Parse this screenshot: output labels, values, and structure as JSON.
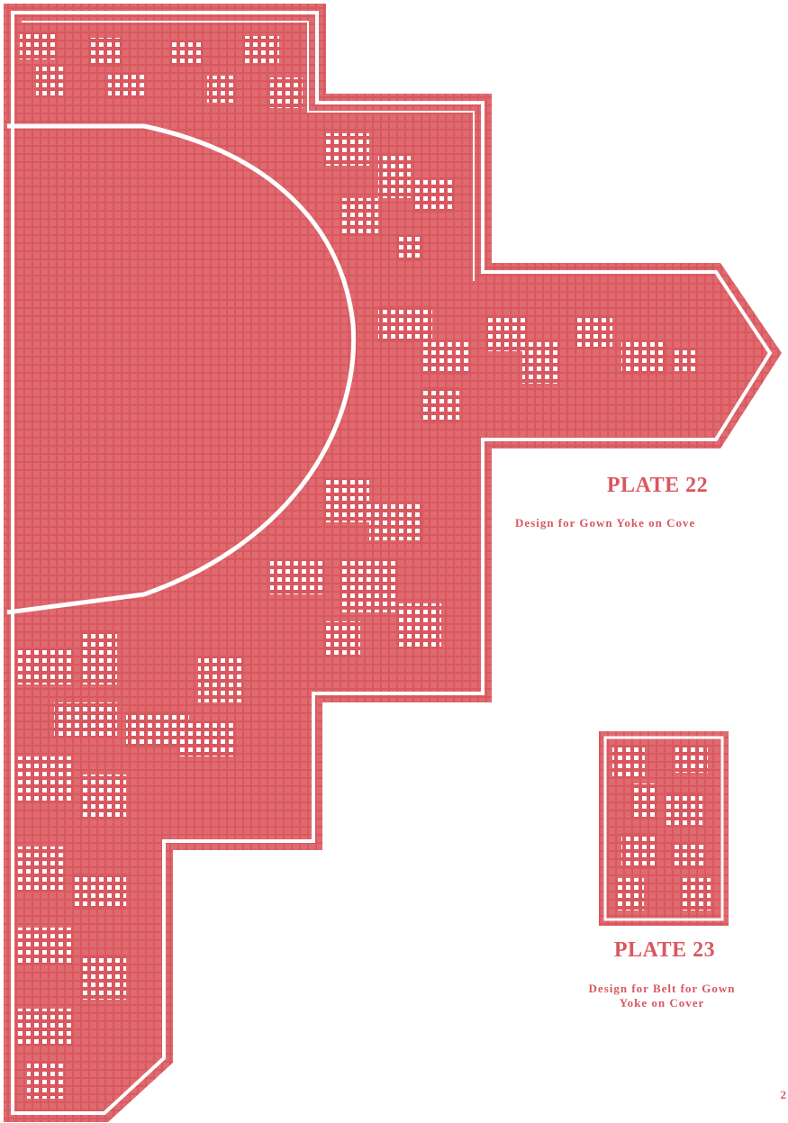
{
  "colors": {
    "ink": "#d9585f",
    "paper": "#ffffff"
  },
  "plate22": {
    "title": "PLATE 22",
    "description": "Design for Gown Yoke on Cove"
  },
  "plate23": {
    "title": "PLATE 23",
    "description_line1": "Design for Belt for Gown",
    "description_line2": "Yoke on Cover"
  },
  "page_number": "2"
}
